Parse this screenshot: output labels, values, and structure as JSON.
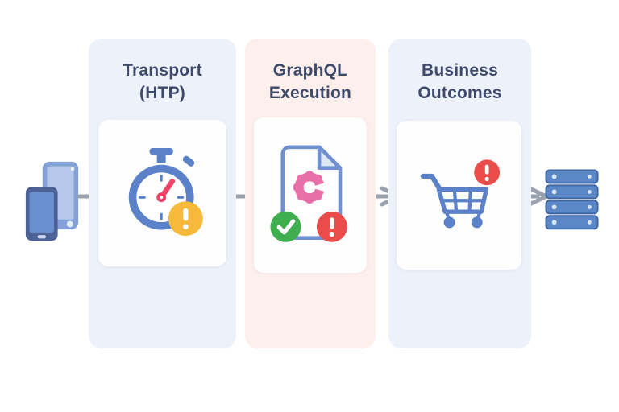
{
  "diagram": {
    "stages": [
      {
        "title_line1": "Transport",
        "title_line2": "(HTP)"
      },
      {
        "title_line1": "GraphQL",
        "title_line2": "Execution"
      },
      {
        "title_line1": "Business",
        "title_line2": "Outcomes"
      }
    ],
    "icons": {
      "source": "mobile-devices-icon",
      "stage_transport": "stopwatch-icon",
      "stage_transport_badge": "warning-exclamation-badge",
      "stage_graphql": "document-gear-icon",
      "stage_graphql_badge_left": "success-check-badge",
      "stage_graphql_badge_right": "error-exclamation-badge",
      "stage_business": "shopping-cart-icon",
      "stage_business_badge": "error-exclamation-badge",
      "target": "server-stack-icon",
      "connector": "arrow-right-icon"
    },
    "colors": {
      "canvas_bg": "#ffffff",
      "stage_bg_blue": "#edf1f9",
      "stage_bg_pink": "#fdefec",
      "card_bg": "#fefefe",
      "title_text": "#3d4a6b",
      "arrow_gray": "#99a1ac",
      "icon_blue": "#5b82c9",
      "page_outline": "#7190cf",
      "phone_frame_dark": "#4d6398",
      "phone_screen": "#6b90d2",
      "tablet_frame": "#84a2d8",
      "tablet_screen": "#b6c9ec",
      "hand_pink": "#ee4266",
      "gear_pink": "#e96fa8",
      "warning_yellow": "#f6b93b",
      "success_green": "#3fae4e",
      "error_red": "#ea4b4b",
      "server_fill": "#5c87c6",
      "server_outline": "#3e66a3"
    }
  }
}
